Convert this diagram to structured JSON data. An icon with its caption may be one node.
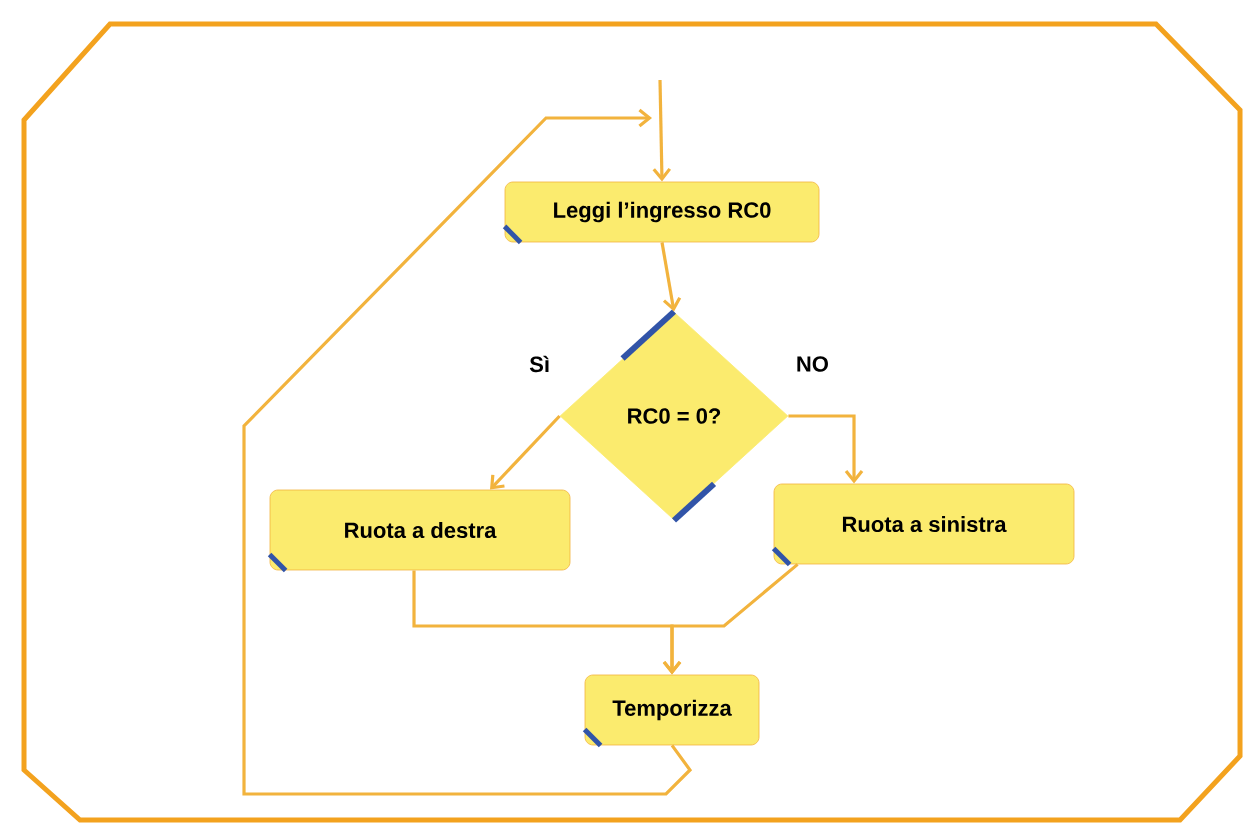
{
  "diagram": {
    "nodes": [
      {
        "text": [
          "Leggi l’ingresso RC0"
        ]
      },
      {
        "text": [
          "RC0 = 0?"
        ]
      },
      {
        "text": [
          "Ruota a destra"
        ]
      },
      {
        "text": [
          "Ruota a sinistra"
        ]
      },
      {
        "text": [
          "Temporizza"
        ]
      }
    ],
    "edges": [
      {
        "from": null,
        "to": 0,
        "arrow": "to"
      },
      {
        "from": 0,
        "to": 1,
        "arrow": "to"
      },
      {
        "from": 1,
        "to": 2,
        "arrow": "to",
        "label": "Sì"
      },
      {
        "from": 1,
        "to": 3,
        "arrow": "to",
        "label": "NO"
      },
      {
        "from": 2,
        "to": 4,
        "arrow": "to"
      },
      {
        "from": 3,
        "to": 4,
        "arrow": "to"
      },
      {
        "from": 4,
        "to": 0,
        "arrow": "to"
      }
    ]
  }
}
